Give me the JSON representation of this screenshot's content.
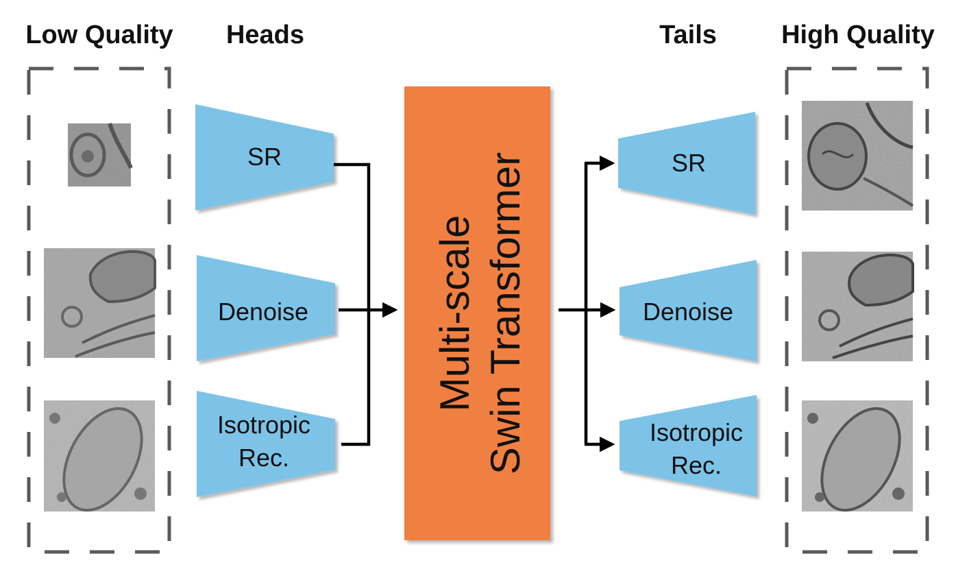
{
  "headers": {
    "low_quality": "Low Quality",
    "heads": "Heads",
    "tails": "Tails",
    "high_quality": "High Quality"
  },
  "heads": [
    {
      "line1": "SR",
      "line2": ""
    },
    {
      "line1": "Denoise",
      "line2": ""
    },
    {
      "line1": "Isotropic",
      "line2": "Rec."
    }
  ],
  "core": {
    "line1": "Multi-scale",
    "line2": "Swin Transformer"
  },
  "tails": [
    {
      "line1": "SR",
      "line2": ""
    },
    {
      "line1": "Denoise",
      "line2": ""
    },
    {
      "line1": "Isotropic",
      "line2": "Rec."
    }
  ],
  "colors": {
    "block": "#7dc3e8",
    "core": "#f08042",
    "arrow": "#000000",
    "dashed_border": "#5a5a5a"
  },
  "images": {
    "low_quality": [
      "em-mitochondria-small-lowres",
      "em-mitochondria-noisy",
      "em-mitochondria-anisotropic"
    ],
    "high_quality": [
      "em-mitochondria-superresolved",
      "em-mitochondria-denoised",
      "em-mitochondria-isotropic"
    ]
  }
}
